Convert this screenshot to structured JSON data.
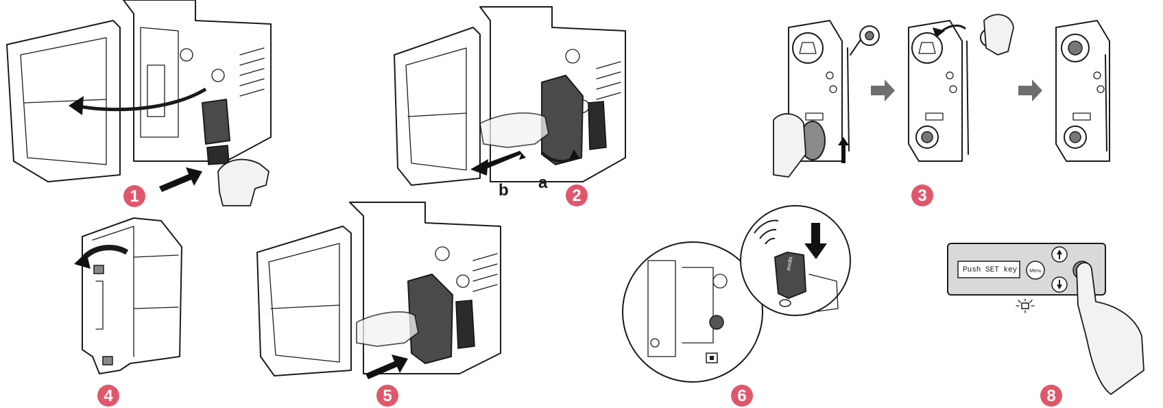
{
  "steps": [
    {
      "id": "1",
      "label": "1"
    },
    {
      "id": "2",
      "label": "2"
    },
    {
      "id": "3",
      "label": "3"
    },
    {
      "id": "4",
      "label": "4"
    },
    {
      "id": "5",
      "label": "5"
    },
    {
      "id": "6",
      "label": "6"
    },
    {
      "id": "8",
      "label": "8"
    }
  ],
  "step2_labels": {
    "a": "a",
    "b": "b"
  },
  "lcd": {
    "message": "Push SET key",
    "menu_button": "Menu"
  },
  "ribbon_brand": "evolis",
  "colors": {
    "badge": "#e0576b",
    "cartridge": "#4a4a4a",
    "process_arrow": "#6e6e6e",
    "action_arrow": "#111111"
  },
  "icons": [
    "hand-icon",
    "arrow-icon",
    "printer-icon",
    "ribbon-cartridge-icon",
    "up-arrow-button-icon",
    "down-arrow-button-icon",
    "led-icon",
    "magnifier-icon",
    "rfid-waves-icon"
  ]
}
